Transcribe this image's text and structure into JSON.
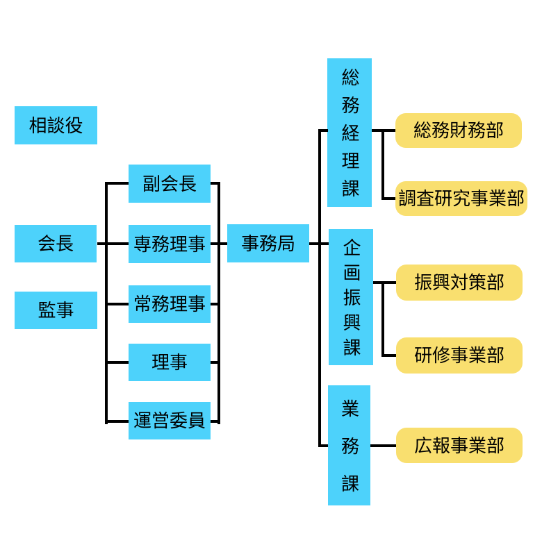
{
  "org_chart": {
    "executives": {
      "advisor": "相談役",
      "chairman": "会長",
      "auditor": "監事"
    },
    "board": {
      "vice_chairman": "副会長",
      "senior_executive_director": "専務理事",
      "managing_director": "常務理事",
      "director": "理事",
      "steering_committee": "運営委員"
    },
    "secretariat": "事務局",
    "divisions": [
      {
        "label": "総務経理課",
        "departments": [
          "総務財務部",
          "調査研究事業部"
        ]
      },
      {
        "label": "企画振興課",
        "departments": [
          "振興対策部",
          "研修事業部"
        ]
      },
      {
        "label": "業務課",
        "departments": [
          "広報事業部"
        ]
      }
    ],
    "colors": {
      "section_box": "#4DD2FB",
      "department_box": "#F9DF6F",
      "connector": "#000000",
      "text": "#000000",
      "background": "#FFFFFF"
    }
  }
}
